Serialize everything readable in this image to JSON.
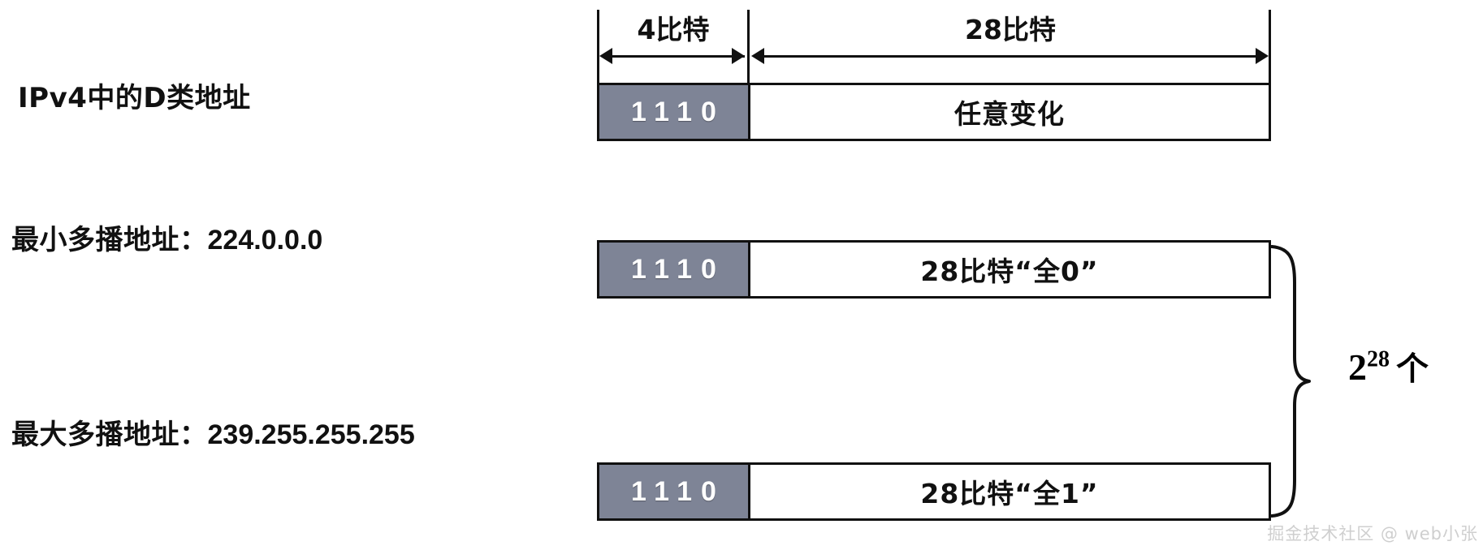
{
  "diagram": {
    "title_row": {
      "label": "IPv4中的D类地址"
    },
    "ruler": {
      "prefix_span_label": "4比特",
      "suffix_span_label": "28比特"
    },
    "rows": [
      {
        "id": "class-d",
        "label": "IPv4中的D类地址",
        "prefix_bits": "1110",
        "payload": "任意变化"
      },
      {
        "id": "min-multicast",
        "label": "最小多播地址：",
        "value": "224.0.0.0",
        "prefix_bits": "1110",
        "payload": "28比特“全0”"
      },
      {
        "id": "max-multicast",
        "label": "最大多播地址：",
        "value": "239.255.255.255",
        "prefix_bits": "1110",
        "payload": "28比特“全1”"
      }
    ],
    "count_annotation": {
      "base": "2",
      "exponent": "28",
      "unit": "个"
    },
    "watermark": "掘金技术社区 @ web小张",
    "colors": {
      "prefix_fill": "#7e8496",
      "stroke": "#111111",
      "background": "#ffffff",
      "watermark": "#cfcfcf"
    }
  }
}
